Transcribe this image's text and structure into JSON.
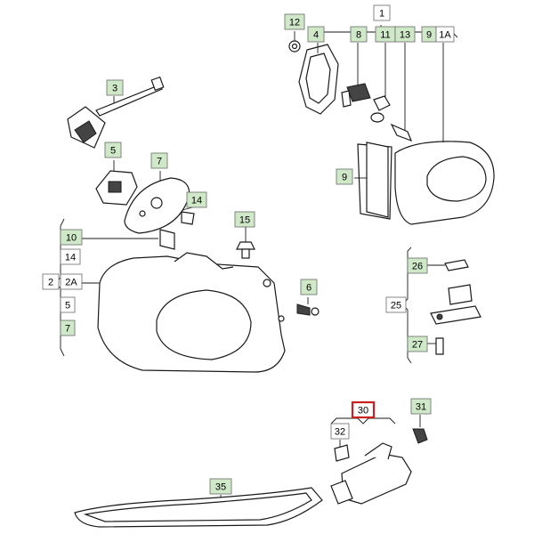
{
  "callouts": [
    {
      "label": "1",
      "style": "white"
    },
    {
      "label": "12",
      "style": "green"
    },
    {
      "label": "4",
      "style": "green"
    },
    {
      "label": "8",
      "style": "green"
    },
    {
      "label": "11",
      "style": "green"
    },
    {
      "label": "13",
      "style": "green"
    },
    {
      "label": "9",
      "style": "green"
    },
    {
      "label": "1A",
      "style": "white"
    },
    {
      "label": "9",
      "style": "green"
    },
    {
      "label": "3",
      "style": "green"
    },
    {
      "label": "5",
      "style": "green"
    },
    {
      "label": "7",
      "style": "green"
    },
    {
      "label": "14",
      "style": "green"
    },
    {
      "label": "15",
      "style": "green"
    },
    {
      "label": "10",
      "style": "green"
    },
    {
      "label": "14",
      "style": "white"
    },
    {
      "label": "2",
      "style": "white"
    },
    {
      "label": "2A",
      "style": "white"
    },
    {
      "label": "5",
      "style": "white"
    },
    {
      "label": "7",
      "style": "green"
    },
    {
      "label": "6",
      "style": "green"
    },
    {
      "label": "26",
      "style": "green"
    },
    {
      "label": "25",
      "style": "white"
    },
    {
      "label": "27",
      "style": "green"
    },
    {
      "label": "30",
      "style": "highlight"
    },
    {
      "label": "31",
      "style": "green"
    },
    {
      "label": "32",
      "style": "white"
    },
    {
      "label": "35",
      "style": "green"
    }
  ],
  "highlight_color": "#cc1f1f",
  "callout_green": "#cfe8c8"
}
